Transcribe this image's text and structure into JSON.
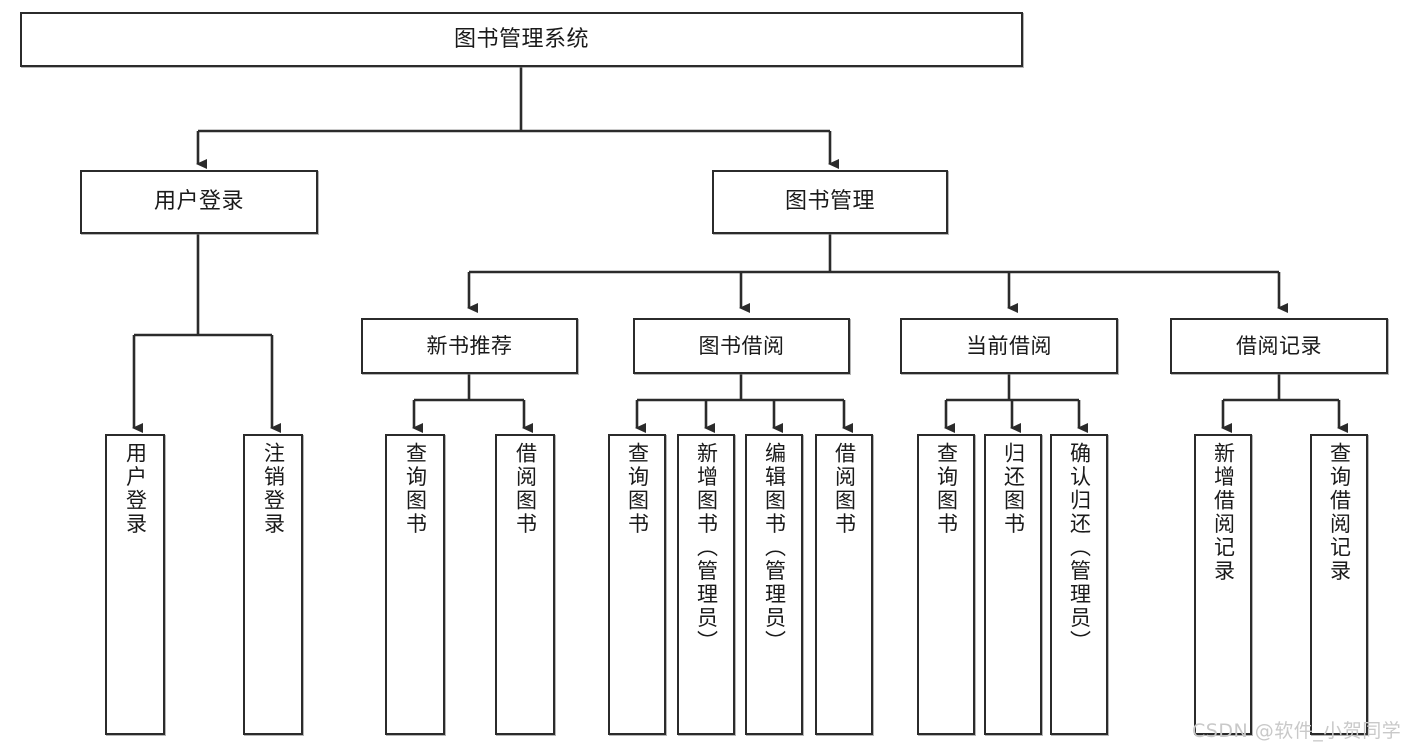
{
  "diagram": {
    "title": "图书管理系统",
    "type": "hierarchy-tree",
    "root": {
      "label": "图书管理系统"
    },
    "level2": [
      {
        "label": "用户登录"
      },
      {
        "label": "图书管理"
      }
    ],
    "level3": [
      {
        "label": "新书推荐"
      },
      {
        "label": "图书借阅"
      },
      {
        "label": "当前借阅"
      },
      {
        "label": "借阅记录"
      }
    ],
    "leaves": {
      "user_login": [
        {
          "label": "用户登录"
        },
        {
          "label": "注销登录"
        }
      ],
      "new_book_recommend": [
        {
          "label": "查询图书"
        },
        {
          "label": "借阅图书"
        }
      ],
      "book_borrow": [
        {
          "label": "查询图书"
        },
        {
          "label": "新增图书（管理员）"
        },
        {
          "label": "编辑图书（管理员）"
        },
        {
          "label": "借阅图书"
        }
      ],
      "current_borrow": [
        {
          "label": "查询图书"
        },
        {
          "label": "归还图书"
        },
        {
          "label": "确认归还（管理员）"
        }
      ],
      "borrow_record": [
        {
          "label": "新增借阅记录"
        },
        {
          "label": "查询借阅记录"
        }
      ]
    }
  },
  "watermark": {
    "text": "CSDN @软件_小贺同学"
  },
  "colors": {
    "border": "#2b2b2b",
    "background": "#ffffff",
    "text": "#1a1a1a",
    "watermark": "#c9c9c9"
  }
}
